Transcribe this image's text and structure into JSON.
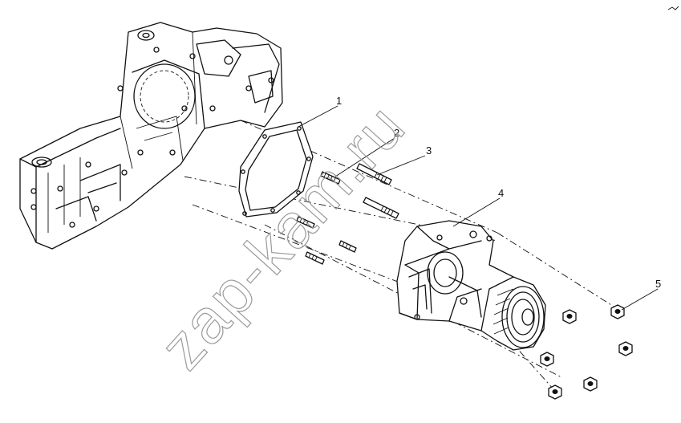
{
  "diagram": {
    "watermark": "zap-kam.ru",
    "callouts": [
      {
        "id": "1",
        "part": "gasket"
      },
      {
        "id": "2",
        "part": "stud-short"
      },
      {
        "id": "3",
        "part": "stud-long"
      },
      {
        "id": "4",
        "part": "water-pump"
      },
      {
        "id": "5",
        "part": "nut"
      }
    ]
  }
}
